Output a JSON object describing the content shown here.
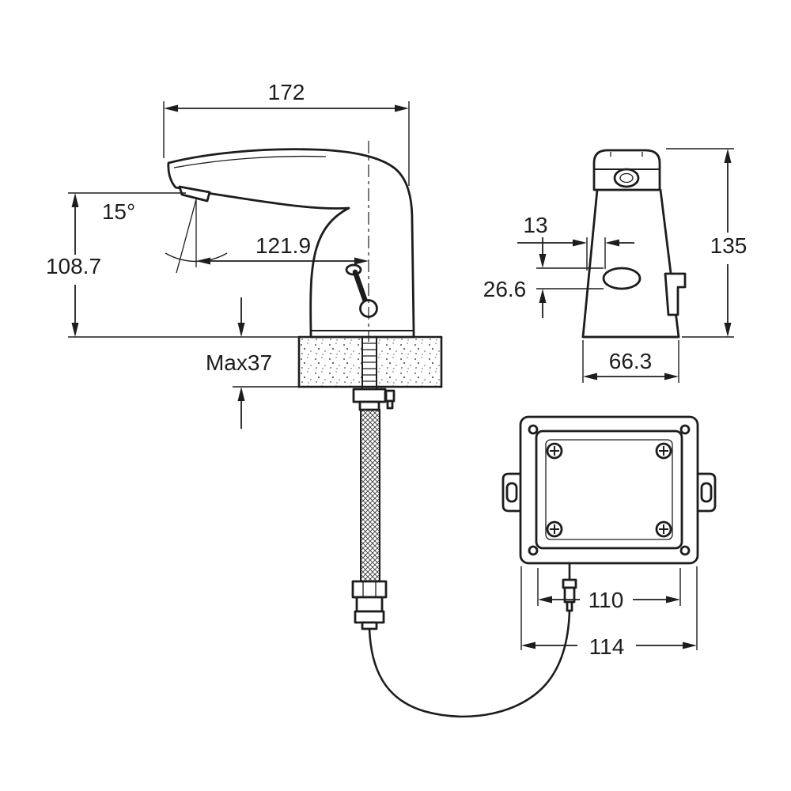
{
  "meta": {
    "background": "#ffffff",
    "ink": "#1d1d1d",
    "drawing_type": "sensor faucet dimensional drawing"
  },
  "views": {
    "side_view": {
      "name": "faucet side view",
      "dims": {
        "top_width": "172",
        "spray_angle": "15°",
        "outlet_height": "108.7",
        "outlet_reach": "121.9",
        "deck_thickness": "Max37"
      }
    },
    "front_view": {
      "name": "faucet front view",
      "dims": {
        "sensor_offset": "13",
        "overall_height": "135",
        "sensor_window_height": "26.6",
        "base_width": "66.3"
      }
    },
    "control_box": {
      "name": "control box top view",
      "dims": {
        "inner_width": "110",
        "outer_width": "114"
      }
    }
  }
}
